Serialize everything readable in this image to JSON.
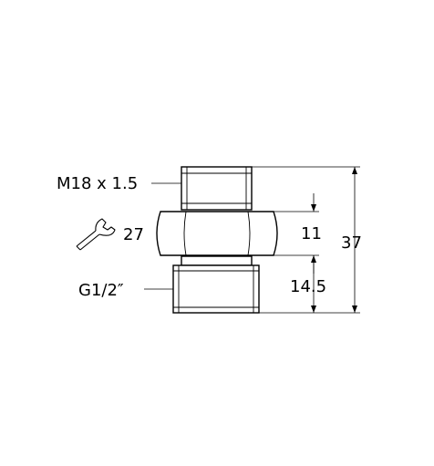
{
  "labels": {
    "thread_top": "M18 x 1.5",
    "wrench_size": "27",
    "thread_bottom": "G1/2″"
  },
  "dimensions": {
    "hex_height": "11",
    "bottom_height": "14.5",
    "total_height": "37"
  },
  "icons": {
    "wrench": "wrench-icon"
  },
  "colors": {
    "line": "#000000",
    "background": "#ffffff"
  }
}
